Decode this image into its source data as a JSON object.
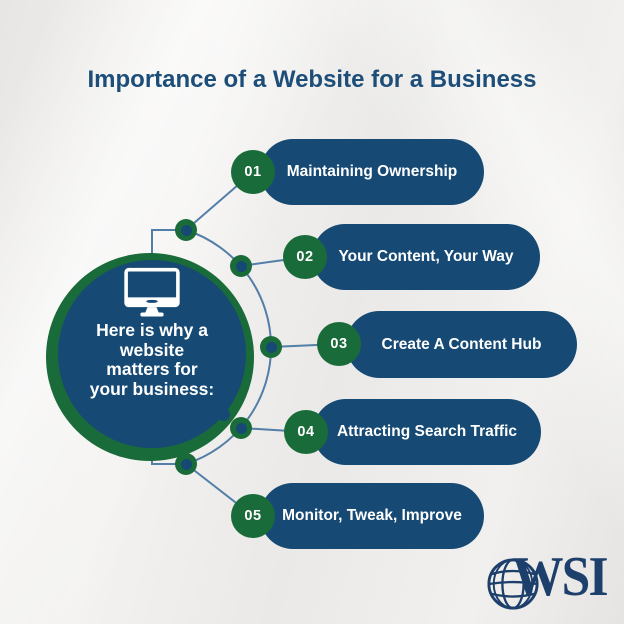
{
  "title": "Importance of a Website for a Business",
  "center_circle": {
    "icon": "monitor-icon",
    "lines": [
      "Here is why a",
      "website",
      "matters for",
      "your business:"
    ]
  },
  "items": [
    {
      "number": "01",
      "label": "Maintaining Ownership"
    },
    {
      "number": "02",
      "label": "Your Content, Your Way"
    },
    {
      "number": "03",
      "label": "Create A Content Hub"
    },
    {
      "number": "04",
      "label": "Attracting Search Traffic"
    },
    {
      "number": "05",
      "label": "Monitor, Tweak, Improve"
    }
  ],
  "logo": {
    "text": "WSI",
    "icon": "globe-icon"
  },
  "colors": {
    "navy": "#164a74",
    "green": "#1a6b3a",
    "title_text": "#1d4e79",
    "connector_line": "#527ea8",
    "logo_text": "#1d3f6c",
    "background": "#ebeae8"
  }
}
